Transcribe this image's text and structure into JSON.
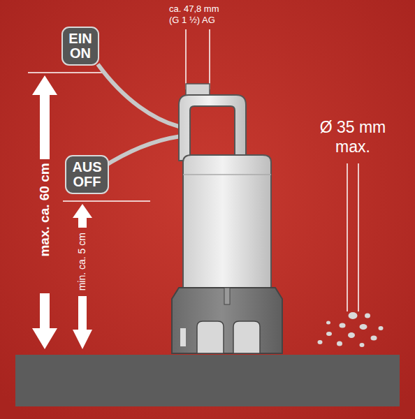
{
  "diagram": {
    "nodes": [
      {
        "text": [
          "EIN ON"
        ]
      },
      {
        "text": [
          "AUS OFF"
        ]
      }
    ],
    "labels": [
      "ca. 47,8 mm",
      "(G 1 ½) AG",
      "Ø 35 mm",
      "max.",
      "max. ca. 60 cm",
      "min. ca. 5 cm"
    ]
  }
}
